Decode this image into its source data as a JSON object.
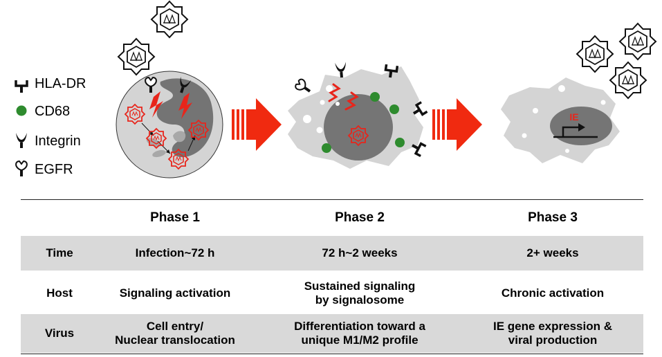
{
  "legend": {
    "items": [
      {
        "marker": "hla-dr-receptor",
        "label": "HLA-DR"
      },
      {
        "marker": "green-dot",
        "label": "CD68"
      },
      {
        "marker": "integrin-receptor",
        "label": "Integrin"
      },
      {
        "marker": "egfr-receptor",
        "label": "EGFR"
      }
    ]
  },
  "diagram": {
    "nucleus_label": "IE"
  },
  "colors": {
    "cell": "#d4d4d4",
    "nucleus": "#757575",
    "virus_red": "#e8251b",
    "cd68_green": "#2e8b2e",
    "arrow_red": "#f02a10",
    "table_shade": "#d9d9d9"
  },
  "table": {
    "headers": [
      "",
      "Phase 1",
      "Phase 2",
      "Phase 3"
    ],
    "rows": [
      {
        "label": "Time",
        "cells": [
          "Infection~72 h",
          "72 h~2 weeks",
          "2+ weeks"
        ]
      },
      {
        "label": "Host",
        "cells": [
          "Signaling activation",
          "Sustained signaling\nby signalosome",
          "Chronic activation"
        ]
      },
      {
        "label": "Virus",
        "cells": [
          "Cell entry/\nNuclear translocation",
          "Differentiation toward a\nunique M1/M2 profile",
          "IE gene expression &\nviral production"
        ]
      }
    ]
  }
}
